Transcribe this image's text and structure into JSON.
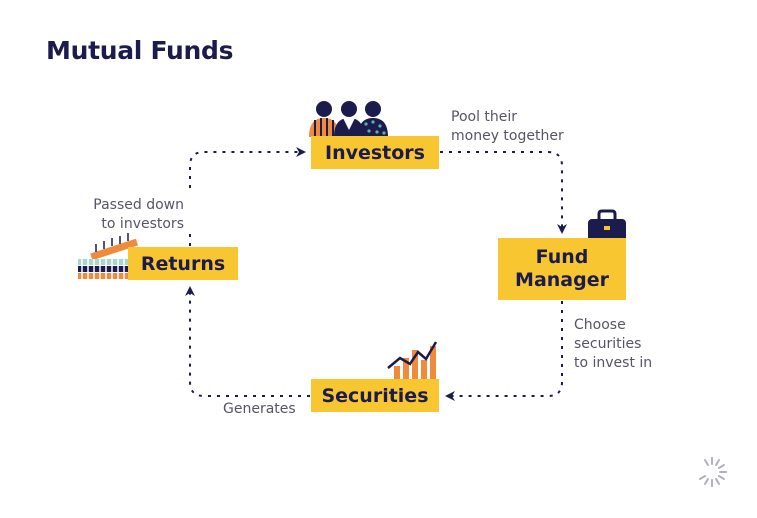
{
  "title": "Mutual Funds",
  "nodes": {
    "investors": "Investors",
    "fund_manager_line1": "Fund",
    "fund_manager_line2": "Manager",
    "securities": "Securities",
    "returns": "Returns"
  },
  "edge_labels": {
    "pool_line1": "Pool their",
    "pool_line2": "money together",
    "choose_line1": "Choose",
    "choose_line2": "securities",
    "choose_line3": "to invest in",
    "generates": "Generates",
    "passed_line1": "Passed down",
    "passed_line2": "to investors"
  },
  "colors": {
    "box": "#f8c630",
    "navy": "#1c1b4e",
    "orange": "#f08a3c",
    "teal": "#5ab5a0",
    "label": "#555566"
  },
  "icons": [
    "investors-people-icon",
    "briefcase-icon",
    "bar-chart-icon",
    "stacked-bills-icon",
    "loading-spinner-icon"
  ]
}
